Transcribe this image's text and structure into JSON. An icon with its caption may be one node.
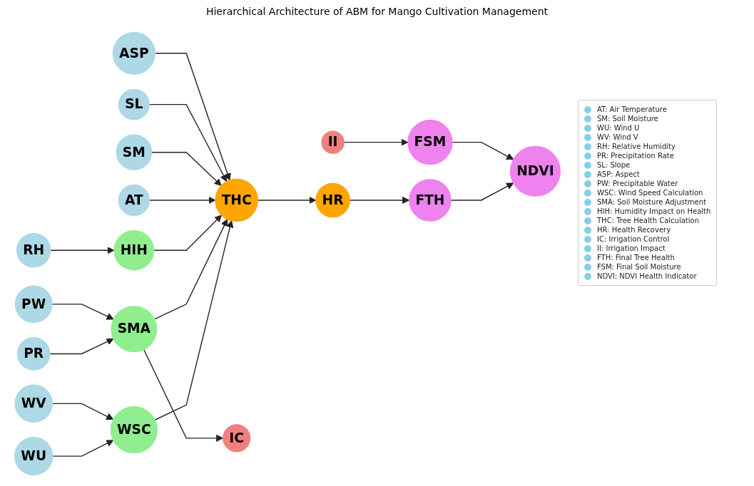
{
  "diagram": {
    "title": "Hierarchical Architecture of ABM for Mango Cultivation Management",
    "nodes": [
      {
        "text": [
          "PW"
        ]
      },
      {
        "text": [
          "ASP"
        ]
      },
      {
        "text": [
          "SL"
        ]
      },
      {
        "text": [
          "PR"
        ]
      },
      {
        "text": [
          "RH"
        ]
      },
      {
        "text": [
          "WV"
        ]
      },
      {
        "text": [
          "WU"
        ]
      },
      {
        "text": [
          "SM"
        ]
      },
      {
        "text": [
          "AT"
        ]
      },
      {
        "text": [
          "HIH"
        ]
      },
      {
        "text": [
          "SMA"
        ]
      },
      {
        "text": [
          "WSC"
        ]
      },
      {
        "text": [
          "HR"
        ]
      },
      {
        "text": [
          "THC"
        ]
      },
      {
        "text": [
          "II"
        ]
      },
      {
        "text": [
          "IC"
        ]
      },
      {
        "text": [
          "NDVI"
        ]
      },
      {
        "text": [
          "FSM"
        ]
      },
      {
        "text": [
          "FTH"
        ]
      }
    ],
    "edges": [
      {
        "from": 0,
        "to": 10,
        "arrow": "to"
      },
      {
        "from": 1,
        "to": 13,
        "arrow": "to"
      },
      {
        "from": 2,
        "to": 13,
        "arrow": "to"
      },
      {
        "from": 3,
        "to": 10,
        "arrow": "to"
      },
      {
        "from": 4,
        "to": 9,
        "arrow": "to"
      },
      {
        "from": 5,
        "to": 11,
        "arrow": "to"
      },
      {
        "from": 6,
        "to": 11,
        "arrow": "to"
      },
      {
        "from": 7,
        "to": 13,
        "arrow": "to"
      },
      {
        "from": 8,
        "to": 13,
        "arrow": "to"
      },
      {
        "from": 9,
        "to": 13,
        "arrow": "to"
      },
      {
        "from": 10,
        "to": 13,
        "arrow": "to"
      },
      {
        "from": 10,
        "to": 15,
        "arrow": "to"
      },
      {
        "from": 11,
        "to": 13,
        "arrow": "to"
      },
      {
        "from": 13,
        "to": 12,
        "arrow": "to"
      },
      {
        "from": 12,
        "to": 18,
        "arrow": "to"
      },
      {
        "from": 14,
        "to": 17,
        "arrow": "to"
      },
      {
        "from": 17,
        "to": 16,
        "arrow": "to"
      },
      {
        "from": 18,
        "to": 16,
        "arrow": "to"
      }
    ],
    "legend": [
      {
        "text": "AT: Air Temperature",
        "color": "#87ceeb"
      },
      {
        "text": "SM: Soil Moisture",
        "color": "#87ceeb"
      },
      {
        "text": "WU: Wind U",
        "color": "#87ceeb"
      },
      {
        "text": "WV: Wind V",
        "color": "#87ceeb"
      },
      {
        "text": "RH: Relative Humidity",
        "color": "#87ceeb"
      },
      {
        "text": "PR: Precipitation Rate",
        "color": "#87ceeb"
      },
      {
        "text": "SL: Slope",
        "color": "#87ceeb"
      },
      {
        "text": "ASP: Aspect",
        "color": "#87ceeb"
      },
      {
        "text": "PW: Precipitable Water",
        "color": "#87ceeb"
      },
      {
        "text": "WSC: Wind Speed Calculation",
        "color": "#87ceeb"
      },
      {
        "text": "SMA: Soil Moisture Adjustment",
        "color": "#87ceeb"
      },
      {
        "text": "HIH: Humidity Impact on Health",
        "color": "#87ceeb"
      },
      {
        "text": "THC: Tree Health Calculation",
        "color": "#87ceeb"
      },
      {
        "text": "HR: Health Recovery",
        "color": "#87ceeb"
      },
      {
        "text": "IC: Irrigation Control",
        "color": "#87ceeb"
      },
      {
        "text": "II: Irrigation Impact",
        "color": "#87ceeb"
      },
      {
        "text": "FTH: Final Tree Health",
        "color": "#87ceeb"
      },
      {
        "text": "FSM: Final Soil Moisture",
        "color": "#87ceeb"
      },
      {
        "text": "NDVI: NDVI Health Indicator",
        "color": "#87ceeb"
      }
    ]
  }
}
